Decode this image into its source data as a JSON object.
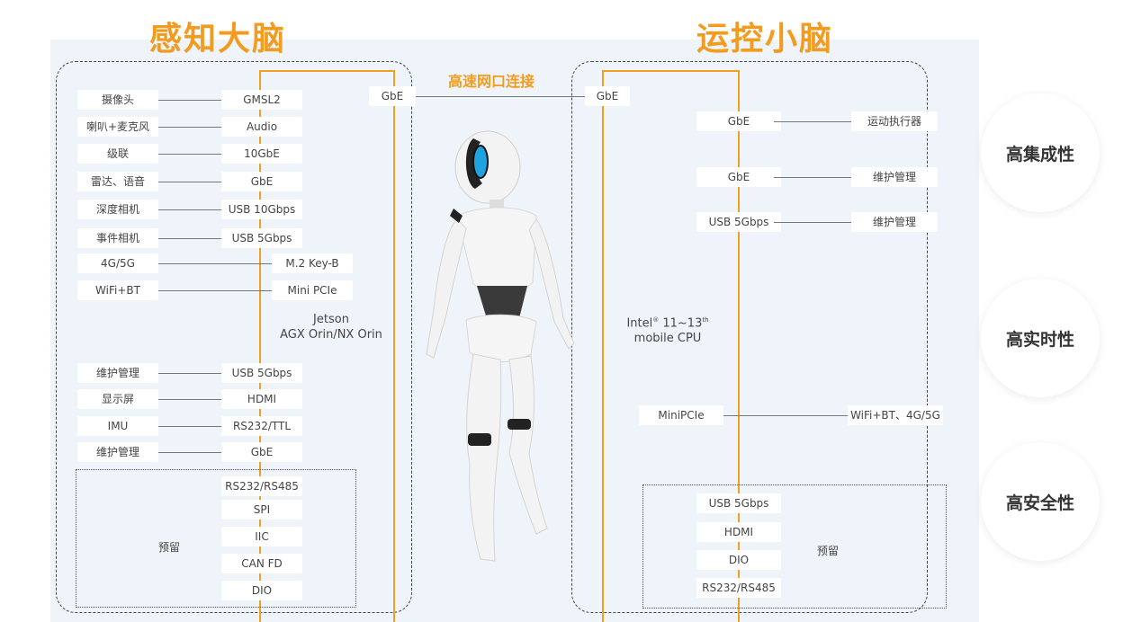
{
  "titles": {
    "left": "感知大脑",
    "right": "运控小脑"
  },
  "link_label": "高速网口连接",
  "left": {
    "gbe_external": "GbE",
    "rows": [
      {
        "device": "摄像头",
        "port": "GMSL2"
      },
      {
        "device": "喇叭+麦克风",
        "port": "Audio"
      },
      {
        "device": "级联",
        "port": "10GbE"
      },
      {
        "device": "雷达、语音",
        "port": "GbE"
      },
      {
        "device": "深度相机",
        "port": "USB 10Gbps"
      },
      {
        "device": "事件相机",
        "port": "USB 5Gbps"
      },
      {
        "device": "4G/5G",
        "port": "M.2 Key-B"
      },
      {
        "device": "WiFi+BT",
        "port": "Mini PCIe"
      },
      {
        "device": "维护管理",
        "port": "USB 5Gbps"
      },
      {
        "device": "显示屏",
        "port": "HDMI"
      },
      {
        "device": "IMU",
        "port": "RS232/TTL"
      },
      {
        "device": "维护管理",
        "port": "GbE"
      }
    ],
    "module_line1": "Jetson",
    "module_line2": "AGX Orin/NX Orin",
    "reserved_label": "预留",
    "reserved": [
      "RS232/RS485",
      "SPI",
      "IIC",
      "CAN FD",
      "DIO"
    ]
  },
  "right": {
    "gbe_external": "GbE",
    "rows": [
      {
        "port": "GbE",
        "device": "运动执行器"
      },
      {
        "port": "GbE",
        "device": "维护管理"
      },
      {
        "port": "USB 5Gbps",
        "device": "维护管理"
      }
    ],
    "cpu_brand": "Intel",
    "cpu_reg": "®",
    "cpu_range": " 11~13",
    "cpu_suffix": "th",
    "cpu_line2": "mobile CPU",
    "minipcie": {
      "port": "MiniPCIe",
      "device": "WiFi+BT、4G/5G"
    },
    "reserved_label": "预留",
    "reserved": [
      "USB 5Gbps",
      "HDMI",
      "DIO",
      "RS232/RS485"
    ]
  },
  "features": [
    "高集成性",
    "高实时性",
    "高安全性"
  ],
  "colors": {
    "accent": "#f39b1f",
    "panel": "#eef4f9",
    "robot_visor": "#1fa3e0"
  }
}
